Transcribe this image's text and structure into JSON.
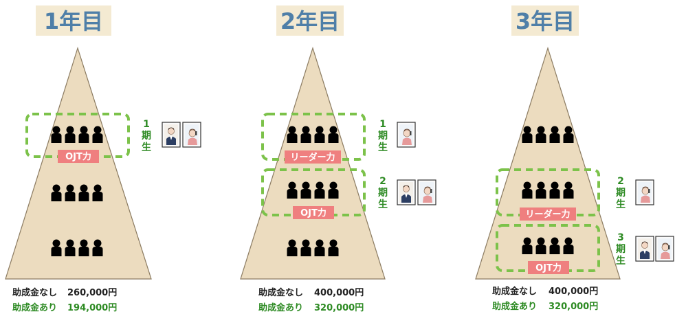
{
  "years": [
    {
      "title": "1年目",
      "terms": [
        {
          "digit": "1",
          "label": "期生"
        }
      ],
      "tags": [
        "OJT力"
      ],
      "cost": {
        "without_label": "助成金なし",
        "without_value": "260,000円",
        "with_label": "助成金あり",
        "with_value": "194,000円"
      }
    },
    {
      "title": "2年目",
      "terms": [
        {
          "digit": "1",
          "label": "期生"
        },
        {
          "digit": "2",
          "label": "期生"
        }
      ],
      "tags": [
        "リーダー力",
        "OJT力"
      ],
      "cost": {
        "without_label": "助成金なし",
        "without_value": "400,000円",
        "with_label": "助成金あり",
        "with_value": "320,000円"
      }
    },
    {
      "title": "3年目",
      "terms": [
        {
          "digit": "2",
          "label": "期生"
        },
        {
          "digit": "3",
          "label": "期生"
        }
      ],
      "tags": [
        "リーダー力",
        "OJT力"
      ],
      "cost": {
        "without_label": "助成金なし",
        "without_value": "400,000円",
        "with_label": "助成金あり",
        "with_value": "320,000円"
      }
    }
  ],
  "colors": {
    "pyramid": "#ecdcbf",
    "trained": "#f0b9cf",
    "untrained": "#6f9fc9",
    "group_border": "#7cc24a",
    "tag": "#ef7f7f",
    "title": "#4f7fa8",
    "term": "#2e8b24"
  }
}
